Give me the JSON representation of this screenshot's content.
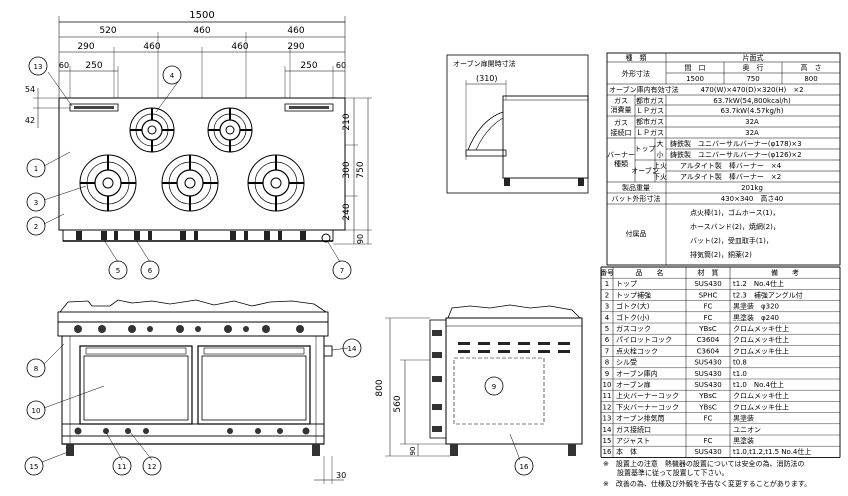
{
  "dimensions": {
    "total_width": "1500",
    "left_half": "520",
    "center_a": "460",
    "center_b": "460",
    "seg_290_left": "290",
    "seg_460_1": "460",
    "seg_460_2": "460",
    "seg_290_right": "290",
    "seg_60_left": "60",
    "seg_250_left": "250",
    "seg_250_right": "250",
    "seg_60_right": "60",
    "left_54": "54",
    "left_42": "42",
    "right_210": "210",
    "right_300": "300",
    "right_750": "750",
    "right_240": "240",
    "right_90": "90",
    "oven_caption": "オーブン扉開時寸法",
    "oven_310": "(310)",
    "side_800": "800",
    "side_560": "560",
    "side_90": "90",
    "bottom_30": "30"
  },
  "callouts": [
    "1",
    "2",
    "3",
    "4",
    "5",
    "6",
    "7",
    "8",
    "9",
    "10",
    "11",
    "12",
    "13",
    "14",
    "15",
    "16"
  ],
  "spec_table": {
    "header": {
      "kind": "種　類",
      "value": "片面式"
    },
    "outer_dim": {
      "label": "外形寸法",
      "heads": [
        "間　口",
        "奥　行",
        "高　さ"
      ],
      "values": [
        "1500",
        "750",
        "800"
      ]
    },
    "oven_inner": {
      "label": "オーブン庫内有効寸法",
      "value": "470(W)×470(D)×320(H)　×2"
    },
    "gas_use": {
      "label1": "ガス",
      "label2": "消費量",
      "row1": {
        "sub": "都市ガス",
        "value": "63.7kW(54,800kcal/h)"
      },
      "row2": {
        "sub": "ＬＰガス",
        "value": "63.7kW(4.57kg/h)"
      }
    },
    "gas_conn": {
      "label1": "ガス",
      "label2": "接続口",
      "row1": {
        "sub": "都市ガス",
        "value": "32A"
      },
      "row2": {
        "sub": "ＬＰガス",
        "value": "32A"
      }
    },
    "burner": {
      "label1": "バーナー",
      "label2": "種類",
      "top_label": "トップ",
      "oven_label": "オーブン",
      "rows": [
        {
          "size": "大",
          "value": "鋳鉄製　ユニバーサルバーナー(φ178)×3"
        },
        {
          "size": "小",
          "value": "鋳鉄製　ユニバーサルバーナー(φ126)×2"
        },
        {
          "size": "上火",
          "value": "アルタイト製　棒バーナー　×4"
        },
        {
          "size": "下火",
          "value": "アルタイト製　棒バーナー　×2"
        }
      ]
    },
    "weight": {
      "label": "製品重量",
      "value": "201kg"
    },
    "vat": {
      "label": "バット外形寸法",
      "value": "430×340　高さ40"
    },
    "accessories": {
      "label": "付属品",
      "lines": [
        "点火棒(1)，ゴムホース(1)，",
        "ホースバンド(2)，焼網(2)，",
        "バット(2)，受皿取手(1)，",
        "排気筒(2)，銅薬(2)"
      ]
    }
  },
  "parts_table": {
    "heads": [
      "番号",
      "品　　名",
      "材　質",
      "備　　考"
    ],
    "rows": [
      [
        "1",
        "トップ",
        "SUS430",
        "t1.2　No.4仕上"
      ],
      [
        "2",
        "トップ補強",
        "SPHC",
        "t2.3　補強アングル付"
      ],
      [
        "3",
        "ゴトク(大)",
        "FC",
        "黒塗装　φ320"
      ],
      [
        "4",
        "ゴトク(小)",
        "FC",
        "黒塗装　φ240"
      ],
      [
        "5",
        "ガスコック",
        "YBsC",
        "クロムメッキ仕上"
      ],
      [
        "6",
        "パイロットコック",
        "C3604",
        "クロムメッキ仕上"
      ],
      [
        "7",
        "点火栓コック",
        "C3604",
        "クロムメッキ仕上"
      ],
      [
        "8",
        "シル受",
        "SUS430",
        "t0.8"
      ],
      [
        "9",
        "オーブン庫内",
        "SUS430",
        "t1.0"
      ],
      [
        "10",
        "オーブン扉",
        "SUS430",
        "t1.0　No.4仕上"
      ],
      [
        "11",
        "上火バーナーコック",
        "YBsC",
        "クロムメッキ仕上"
      ],
      [
        "12",
        "下火バーナーコック",
        "YBsC",
        "クロムメッキ仕上"
      ],
      [
        "13",
        "オーブン排気筒",
        "FC",
        "黒塗装"
      ],
      [
        "14",
        "ガス接続口",
        "",
        "ユニオン"
      ],
      [
        "15",
        "アジャスト",
        "FC",
        "黒塗装"
      ],
      [
        "16",
        "本　体",
        "SUS430",
        "t1.0,t1.2,t1.5 No.4仕上"
      ]
    ]
  },
  "notes": [
    "※　設置上の注意　熱機器の設置については安全の為、消防法の",
    "　　設置基準に従って設置して下さい。",
    "※　改善の為、仕様及び外観を予告なく変更することがあります。"
  ]
}
